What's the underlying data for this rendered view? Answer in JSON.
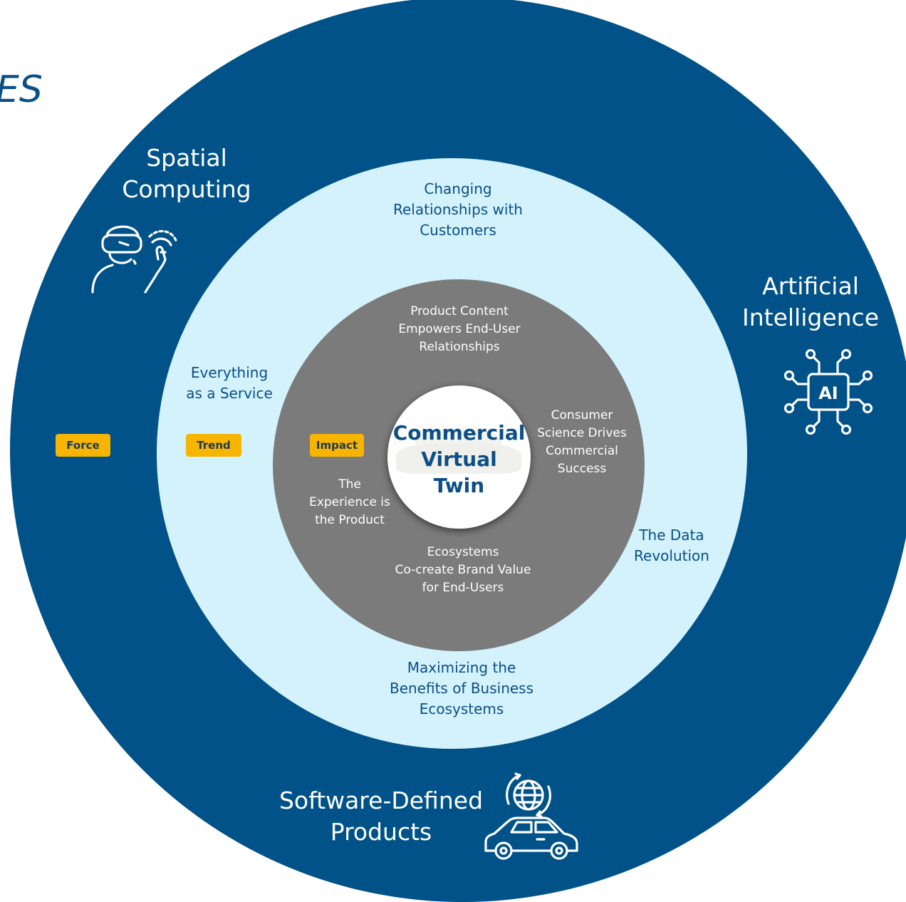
{
  "heading_fragment": "ES",
  "center": {
    "title": "Commercial\nVirtual\nTwin"
  },
  "tags": {
    "force": "Force",
    "trend": "Trend",
    "impact": "Impact"
  },
  "forces": {
    "spatial_computing": "Spatial\nComputing",
    "artificial_intelligence": "Artificial\nIntelligence",
    "software_defined_products": "Software-Defined\nProducts"
  },
  "trends": {
    "changing_relationships": "Changing\nRelationships with\nCustomers",
    "everything_as_a_service": "Everything\nas a Service",
    "data_revolution": "The Data\nRevolution",
    "maximizing_ecosystems": "Maximizing the\nBenefits of Business\nEcosystems"
  },
  "impacts": {
    "product_content": "Product Content\nEmpowers End-User\nRelationships",
    "consumer_science": "Consumer\nScience Drives\nCommercial\nSuccess",
    "experience_product": "The\nExperience is\nthe Product",
    "ecosystems_brand": "Ecosystems\nCo-create Brand Value\nfor End-Users"
  },
  "icons": {
    "spatial": "vr-headset-user-icon",
    "ai": "ai-chip-icon",
    "sdp": "connected-car-globe-icon"
  },
  "colors": {
    "outer_ring": "#005288",
    "middle_ring": "#d3f2fc",
    "inner_ring": "#7b7b7b",
    "core": "#ffffff",
    "tag": "#f7b500",
    "text_blue": "#0b4f86"
  }
}
